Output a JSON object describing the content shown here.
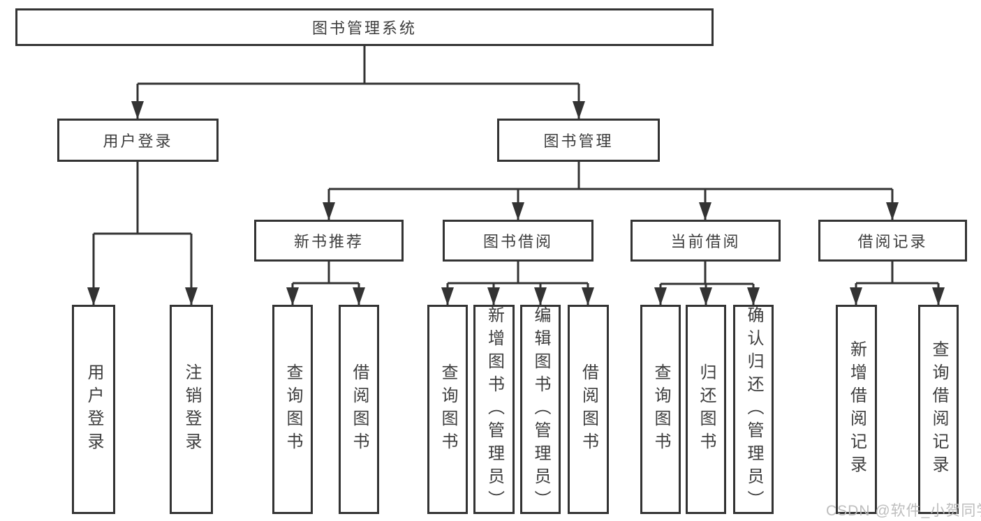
{
  "colors": {
    "line": "#333333",
    "box_border": "#333333",
    "text": "#3d3d3d",
    "background": "#ffffff",
    "watermark": "#b9b9b9"
  },
  "icons": {
    "connector_arrow": "▼"
  },
  "tree": {
    "root": {
      "label": "图书管理系统"
    },
    "branches": [
      {
        "label": "用户登录",
        "children": [
          {
            "label": "用户登录"
          },
          {
            "label": "注销登录"
          }
        ]
      },
      {
        "label": "图书管理",
        "children": [
          {
            "label": "新书推荐",
            "children": [
              {
                "label": "查询图书"
              },
              {
                "label": "借阅图书"
              }
            ]
          },
          {
            "label": "图书借阅",
            "children": [
              {
                "label": "查询图书"
              },
              {
                "label": "新增图书（管理员）"
              },
              {
                "label": "编辑图书（管理员）"
              },
              {
                "label": "借阅图书"
              }
            ]
          },
          {
            "label": "当前借阅",
            "children": [
              {
                "label": "查询图书"
              },
              {
                "label": "归还图书"
              },
              {
                "label": "确认归还（管理员）"
              }
            ]
          },
          {
            "label": "借阅记录",
            "children": [
              {
                "label": "新增借阅记录"
              },
              {
                "label": "查询借阅记录"
              }
            ]
          }
        ]
      }
    ]
  },
  "watermark": {
    "text": "CSDN @软件_小贺同学"
  }
}
